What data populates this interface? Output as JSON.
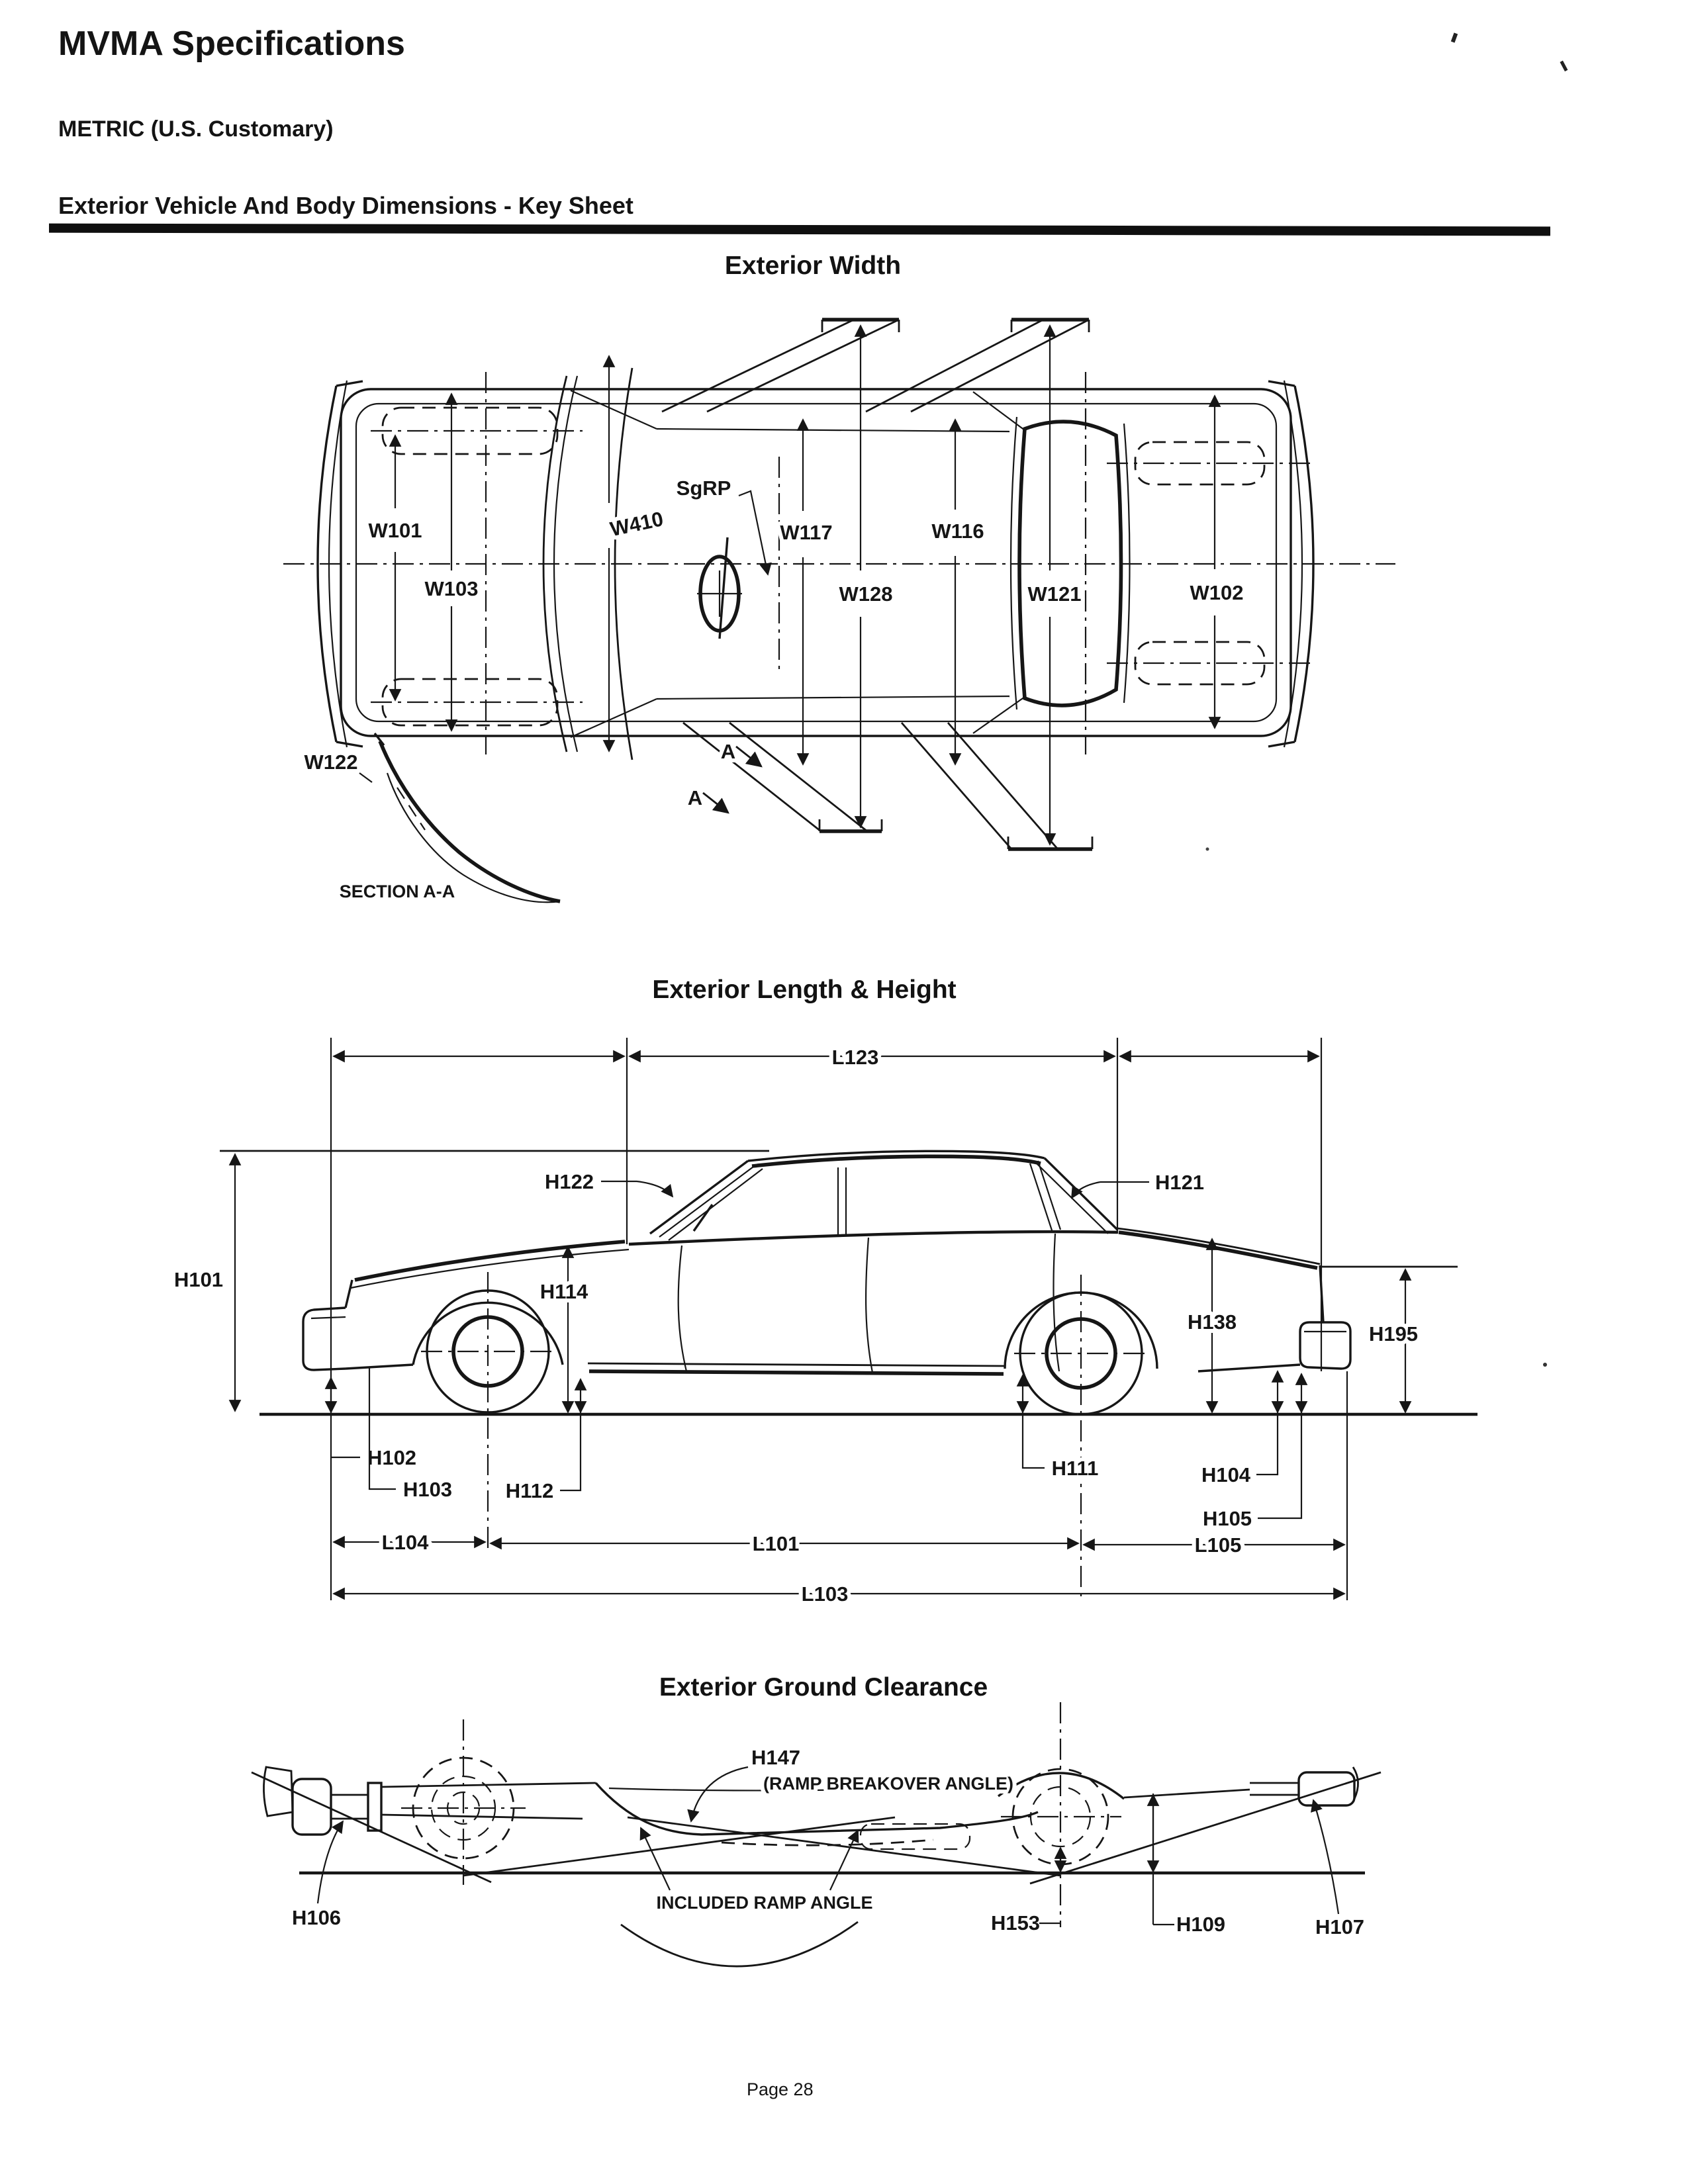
{
  "page": {
    "title": "MVMA Specifications",
    "subtitle": "METRIC (U.S. Customary)",
    "section_heading": "Exterior Vehicle And Body Dimensions - Key Sheet",
    "footer": "Page 28"
  },
  "diagrams": {
    "width": {
      "title": "Exterior Width",
      "labels": {
        "w101": "W101",
        "w103": "W103",
        "w410": "W410",
        "sgrp": "SgRP",
        "w117": "W117",
        "w116": "W116",
        "w128": "W128",
        "w121": "W121",
        "w102": "W102",
        "w122": "W122",
        "a_upper": "A",
        "a_lower": "A",
        "section_aa": "SECTION A-A"
      }
    },
    "length_height": {
      "title": "Exterior Length & Height",
      "labels": {
        "l123": "L123",
        "h101": "H101",
        "h122": "H122",
        "h121": "H121",
        "h114": "H114",
        "h138": "H138",
        "h195": "H195",
        "h102": "H102",
        "h103": "H103",
        "h112": "H112",
        "h111": "H111",
        "h104": "H104",
        "h105": "H105",
        "l104": "L104",
        "l101": "L101",
        "l105": "L105",
        "l103": "L103"
      }
    },
    "ground_clearance": {
      "title": "Exterior Ground Clearance",
      "labels": {
        "h147": "H147",
        "ramp_breakover": "(RAMP BREAKOVER ANGLE)",
        "included_ramp": "INCLUDED RAMP ANGLE",
        "h106": "H106",
        "h153": "H153",
        "h109": "H109",
        "h107": "H107"
      }
    }
  }
}
